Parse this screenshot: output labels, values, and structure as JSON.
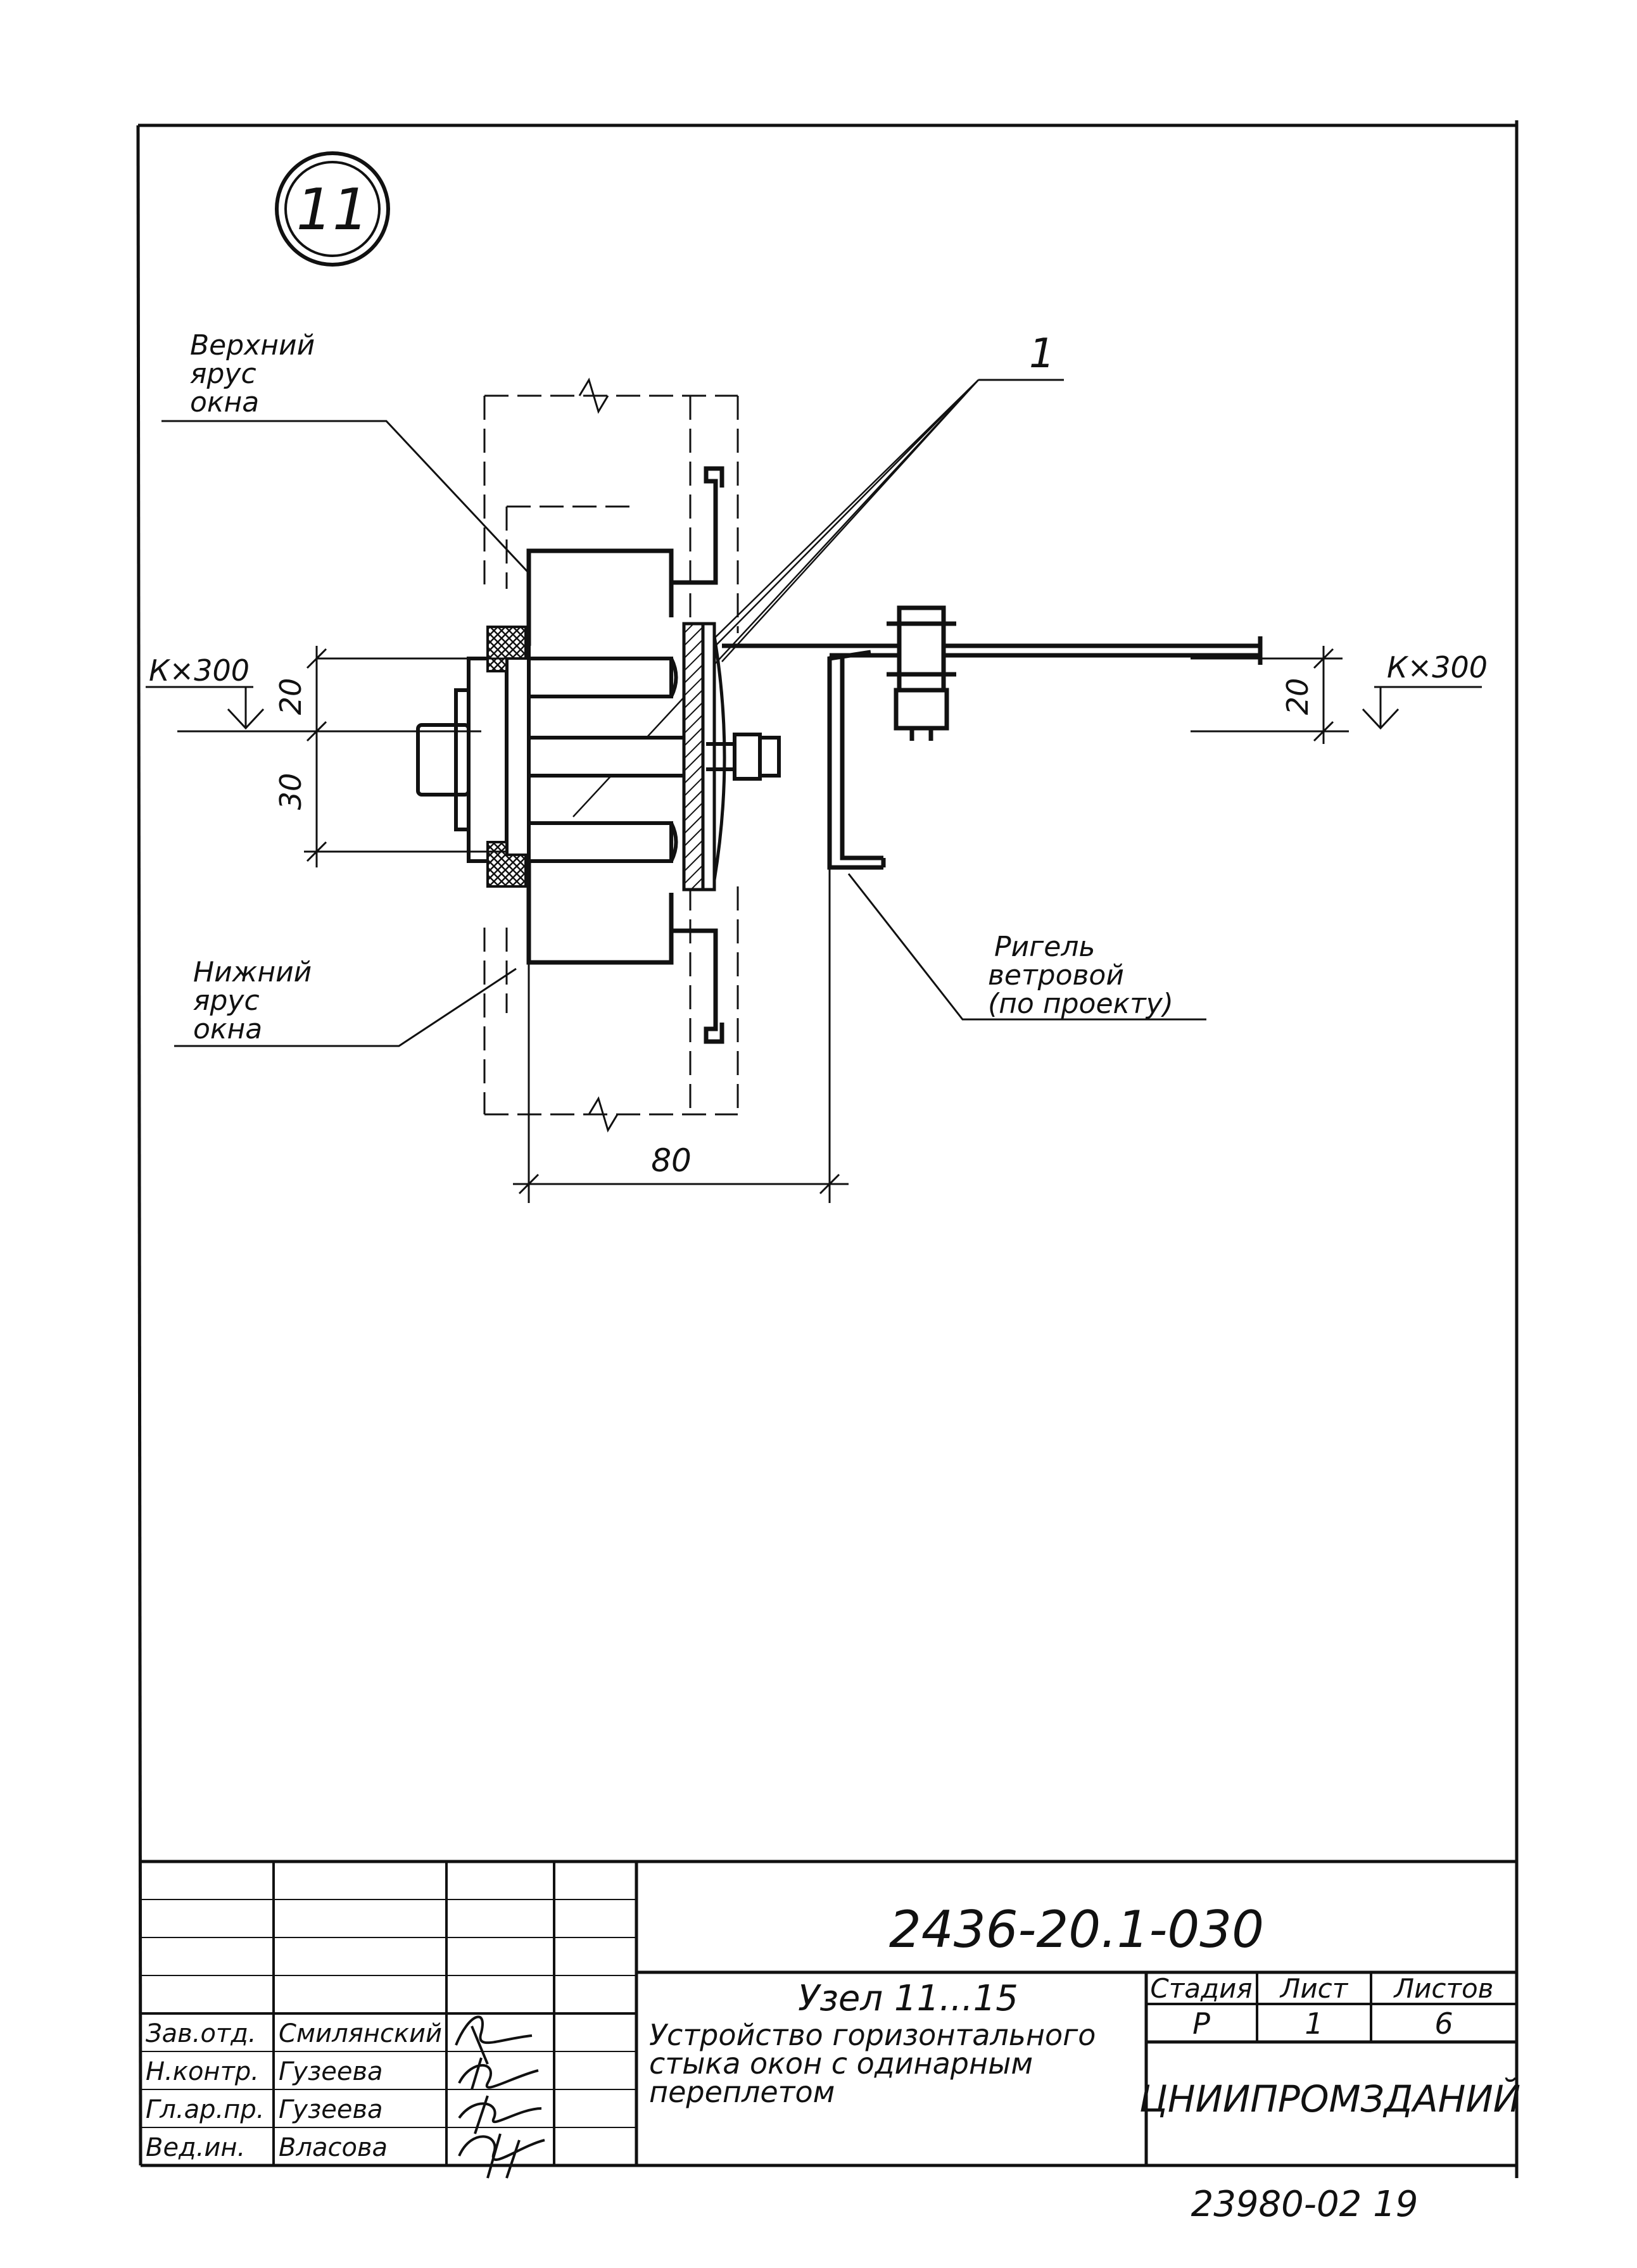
{
  "node": {
    "number": "11"
  },
  "callouts": {
    "upper_tier": [
      "Верхний",
      "ярус",
      "окна"
    ],
    "lower_tier": [
      "Нижний",
      "ярус",
      "окна"
    ],
    "part_number": "1",
    "rigel": [
      "Ригель",
      "ветровой",
      "(по проекту)"
    ],
    "section_left": "К×300",
    "section_right": "К×300"
  },
  "dimensions": {
    "d20_left": "20",
    "d30": "30",
    "d20_right": "20",
    "d80": "80"
  },
  "title_block": {
    "code": "2436-20.1-030",
    "title": "Узел 11...15",
    "description": [
      "Устройство горизонтального",
      "стыка окон с одинарным",
      "переплетом"
    ],
    "stage_header": "Стадия",
    "sheet_header": "Лист",
    "sheets_header": "Листов",
    "stage": "Р",
    "sheet": "1",
    "sheets": "6",
    "organization": "ЦНИИПРОМЗДАНИЙ",
    "people": [
      {
        "role": "Зав.отд.",
        "name": "Смилянский"
      },
      {
        "role": "Н.контр.",
        "name": "Гузеева"
      },
      {
        "role": "Гл.ар.пр.",
        "name": "Гузеева"
      },
      {
        "role": "Вед.ин.",
        "name": "Власова"
      }
    ]
  },
  "footer_number": "23980-02 19"
}
